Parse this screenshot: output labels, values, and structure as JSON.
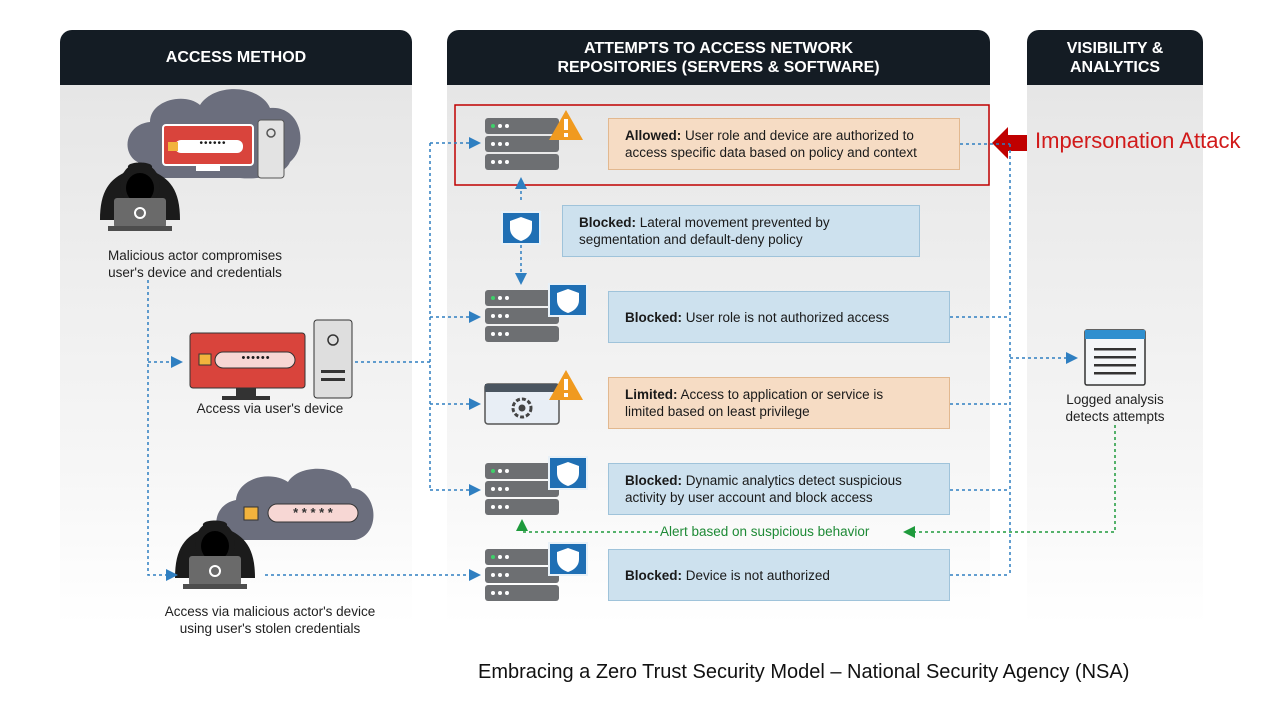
{
  "columns": {
    "access_method": "ACCESS METHOD",
    "attempts_line1": "ATTEMPTS TO ACCESS NETWORK",
    "attempts_line2": "REPOSITORIES (SERVERS & SOFTWARE)",
    "visibility_line1": "VISIBILITY &",
    "visibility_line2": "ANALYTICS"
  },
  "access": {
    "malicious_compromise_line1": "Malicious actor compromises",
    "malicious_compromise_line2": "user's device and credentials",
    "user_device": "Access via user's device",
    "stolen_line1": "Access via malicious actor's device",
    "stolen_line2": "using user's stolen credentials",
    "password_mask": "••••••",
    "stolen_mask": "* * * * *"
  },
  "attempts": [
    {
      "status": "Allowed:",
      "text_line1": "User role and device are authorized to",
      "text_line2": "access specific data based on policy and context"
    },
    {
      "status": "Blocked:",
      "text_line1": "Lateral movement prevented by",
      "text_line2": "segmentation and default-deny policy"
    },
    {
      "status": "Blocked:",
      "text_line1": "User role is not authorized access",
      "text_line2": ""
    },
    {
      "status": "Limited:",
      "text_line1": "Access to application or service is",
      "text_line2": "limited based on least privilege"
    },
    {
      "status": "Blocked:",
      "text_line1": "Dynamic analytics detect suspicious",
      "text_line2": "activity by user account and block access"
    },
    {
      "status": "Blocked:",
      "text_line1": "Device is not authorized",
      "text_line2": ""
    }
  ],
  "alert_label": "Alert based on suspicious behavior",
  "analytics": {
    "line1": "Logged analysis",
    "line2": "detects attempts"
  },
  "annotation": "Impersonation Attack",
  "caption": "Embracing a Zero Trust Security Model – National Security Agency (NSA)",
  "colors": {
    "header": "#141c24",
    "allowed_box": "#f6dcc4",
    "blocked_box": "#cde1ee",
    "highlight": "#c00000",
    "flow_line": "#2f7fc1",
    "alert_line": "#1e9a3c"
  }
}
